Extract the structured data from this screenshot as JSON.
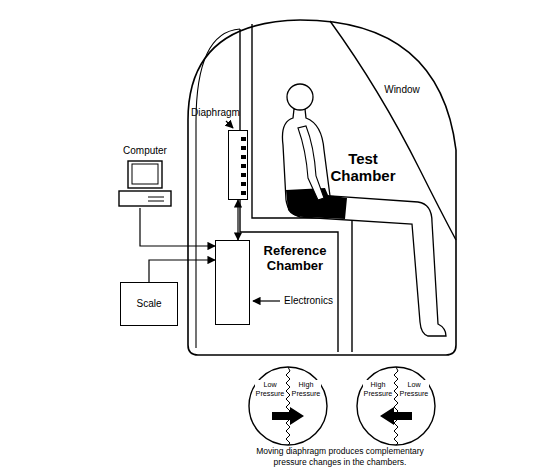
{
  "diagram": {
    "caption": "Moving diaphragm produces complementary pressure changes in the chambers.",
    "nodes": [
      {
        "text": [
          "Computer"
        ]
      },
      {
        "text": [
          "Scale"
        ]
      },
      {
        "text": [
          "Electronics"
        ]
      },
      {
        "text": [
          "Diaphragm"
        ]
      },
      {
        "text": [
          "Low Pressure",
          "High Pressure"
        ]
      },
      {
        "text": [
          "High Pressure",
          "Low Pressure"
        ]
      }
    ],
    "edges": [
      {
        "from": 0,
        "to": 2,
        "arrow": "to"
      },
      {
        "from": 1,
        "to": 2,
        "arrow": "to"
      },
      {
        "from": 3,
        "to": 2,
        "arrow": "both"
      }
    ],
    "labels": [
      "Window",
      "Test Chamber",
      "Reference Chamber"
    ]
  }
}
